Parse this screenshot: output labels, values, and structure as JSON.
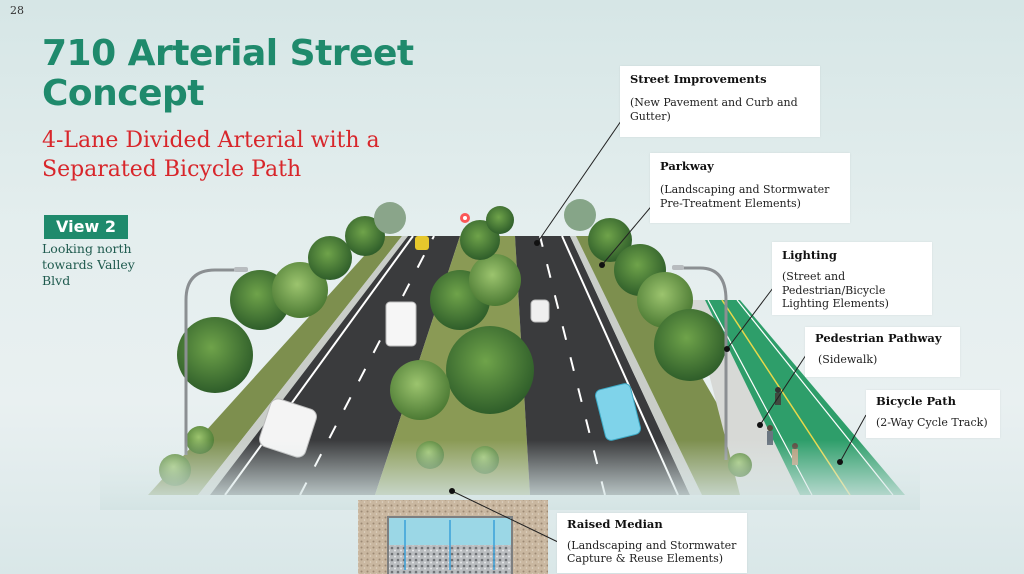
{
  "slide": {
    "number": "28",
    "title_line1": "710 Arterial Street",
    "title_line2": "Concept",
    "subtitle_line1": "4-Lane Divided Arterial with a",
    "subtitle_line2": "Separated Bicycle Path",
    "view_badge": "View 2",
    "view_description": "Looking north towards Valley Blvd"
  },
  "colors": {
    "title_green": "#1f8a6c",
    "subtitle_red": "#d8262b",
    "bike_path_green": "#2e9e6a",
    "asphalt": "#3a3b3d"
  },
  "callouts": [
    {
      "id": "street-improvements",
      "title": "Street Improvements",
      "description": "(New Pavement and Curb and Gutter)"
    },
    {
      "id": "parkway",
      "title": "Parkway",
      "description": "(Landscaping and Stormwater Pre-Treatment Elements)"
    },
    {
      "id": "lighting",
      "title": "Lighting",
      "description": "(Street and Pedestrian/Bicycle Lighting Elements)"
    },
    {
      "id": "pedestrian-pathway",
      "title": "Pedestrian Pathway",
      "description": "(Sidewalk)"
    },
    {
      "id": "bicycle-path",
      "title": "Bicycle Path",
      "description": "(2-Way Cycle Track)"
    },
    {
      "id": "raised-median",
      "title": "Raised Median",
      "description": "(Landscaping and Stormwater Capture & Reuse Elements)"
    }
  ]
}
